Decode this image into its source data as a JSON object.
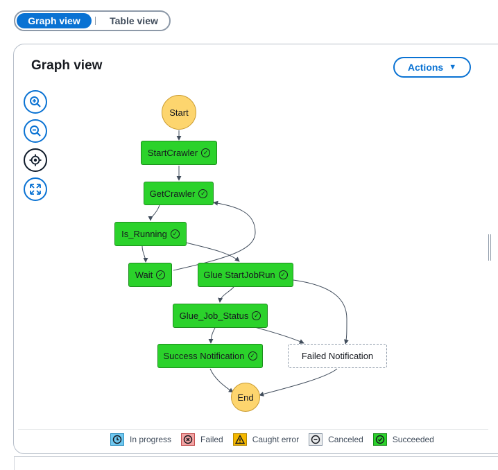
{
  "view_toggle": {
    "active": "Graph view",
    "inactive": "Table view"
  },
  "panel": {
    "title": "Graph view",
    "actions_label": "Actions"
  },
  "zoom_controls": [
    "zoom-in-icon",
    "zoom-out-icon",
    "center-icon",
    "fit-icon"
  ],
  "graph": {
    "start_label": "Start",
    "end_label": "End",
    "nodes": {
      "start_crawler": "StartCrawler",
      "get_crawler": "GetCrawler",
      "is_running": "Is_Running",
      "wait": "Wait",
      "glue_start_job_run": "Glue StartJobRun",
      "glue_job_status": "Glue_Job_Status",
      "success_notification": "Success Notification",
      "failed_notification": "Failed Notification"
    },
    "colors": {
      "succeeded": "#2bd22b",
      "terminal": "#fdd56e",
      "pending_border": "#8d99a8"
    }
  },
  "legend": {
    "in_progress": "In progress",
    "failed": "Failed",
    "caught_error": "Caught error",
    "canceled": "Canceled",
    "succeeded": "Succeeded",
    "colors": {
      "in_progress": "#6fc8f0",
      "failed": "#f2a3a3",
      "caught_error": "#f5b800",
      "canceled": "#e9ebed",
      "succeeded": "#2bd22b"
    }
  }
}
